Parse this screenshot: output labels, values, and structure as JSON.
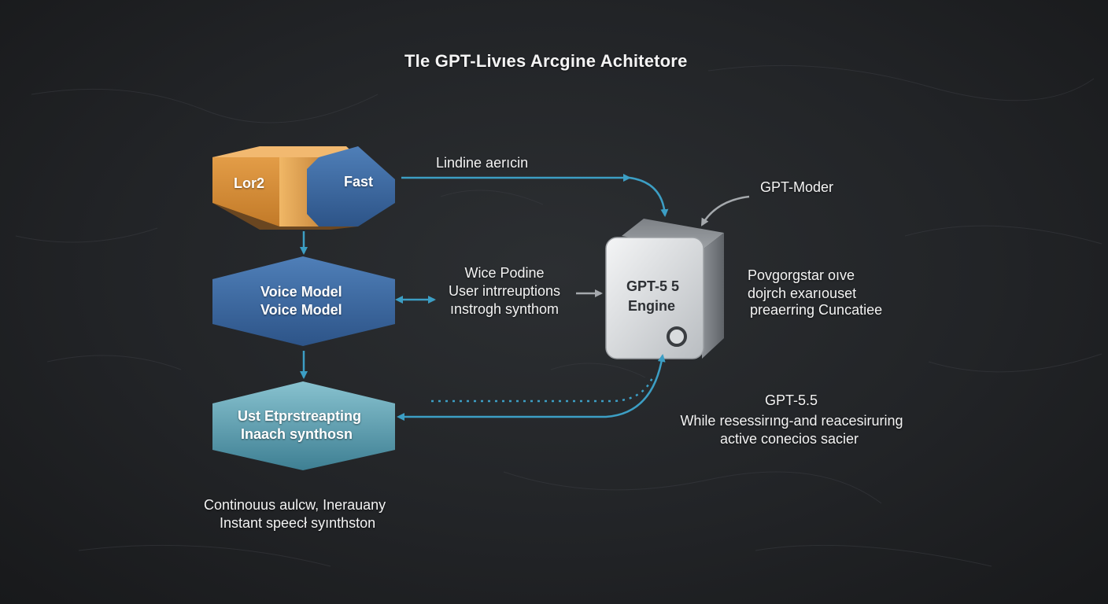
{
  "title": "Tle GPT-Livıes Arcgine Achitetore",
  "nodes": {
    "top_left": "Lor2",
    "top_right": "Fast",
    "voice_model": [
      "Voice Model",
      "Voice Model"
    ],
    "bottom": [
      "Ust Etprstreapting",
      "Inaach synthosn"
    ]
  },
  "engine": {
    "line1": "GPT-5 5",
    "line2": "Engine"
  },
  "labels": {
    "top_arrow": "Lindine aerıcin",
    "gpt_moder": "GPT-Moder",
    "middle": [
      "Wice Podine",
      "User intrreuptions",
      "ınstrogh synthom"
    ],
    "right_desc": [
      "Povgorgstar oıve",
      "dojrch exarıouset",
      "preaerring Cuncatiee"
    ],
    "gpt55": "GPT-5.5",
    "bottom_right": [
      "While resessirıng-and reacesiruring",
      "active conecios sacier"
    ],
    "bottom_left": [
      "Continouus aulcw, Inerauany",
      "Instant speecł syınthston"
    ]
  },
  "colors": {
    "orange": "#d9953d",
    "blue": "#3f6fa5",
    "teal": "#5d9fb0",
    "arrow": "#3c9ec4",
    "gray_arrow": "#a5a9ad"
  }
}
